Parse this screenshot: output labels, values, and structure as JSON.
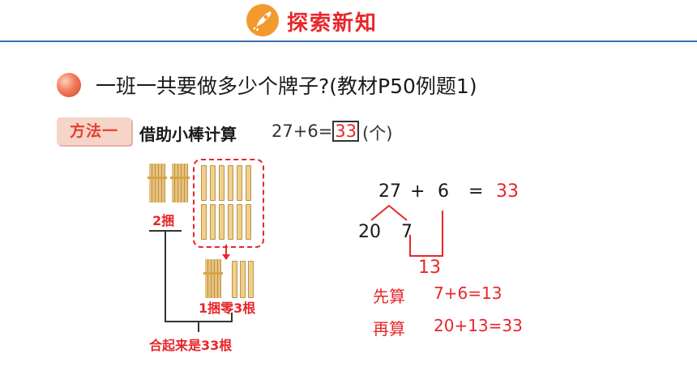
{
  "header": {
    "title": "探索新知",
    "icon": "rocket-icon"
  },
  "question": {
    "icon": "ball-icon",
    "text": "一班一共要做多少个牌子?(教材P50例题1)"
  },
  "method": {
    "tag": "方法一",
    "description": "借助小棒计算",
    "expression": "27+6=",
    "answer": "33",
    "unit": "(个)"
  },
  "sticks": {
    "label_bundles": "2捆",
    "label_after": "1捆零3根",
    "label_total": "合起来是33根"
  },
  "calculation": {
    "left": "27",
    "plus": "+",
    "right": "6",
    "equals": "=",
    "result": "33",
    "split_a": "20",
    "split_b": "7",
    "partial": "13",
    "step1_label": "先算",
    "step1_expr": "7+6=13",
    "step2_label": "再算",
    "step2_expr": "20+13=33"
  },
  "colors": {
    "accent": "#e8262a",
    "header_line": "#3a6fb0",
    "tag_bg": "#f6d4c8"
  }
}
